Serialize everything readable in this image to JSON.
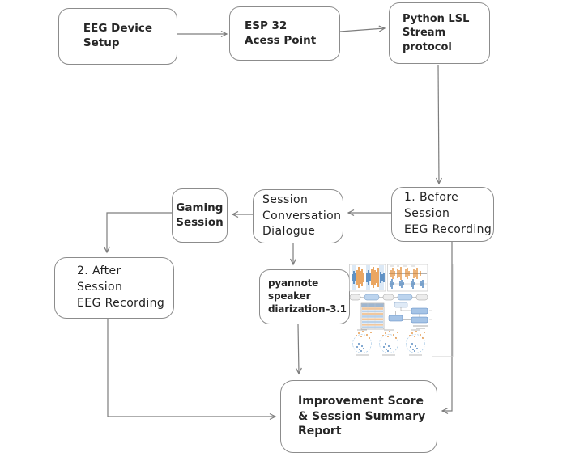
{
  "nodes": {
    "eeg_device": "EEG Device\nSetup",
    "esp32": "ESP 32\nAcess Point",
    "python_lsl": "Python LSL\nStream protocol",
    "before_session": "1. Before\nSession\nEEG Recording",
    "conversation": "Session\nConversation\nDialogue",
    "gaming": "Gaming\nSession",
    "after_session": "2. After\nSession\nEEG Recording",
    "pyannote": "pyannote\nspeaker\ndiarization–3.1",
    "report": "Improvement Score\n& Session Summary\nReport"
  },
  "edges": [
    {
      "from": "eeg_device",
      "to": "esp32"
    },
    {
      "from": "esp32",
      "to": "python_lsl"
    },
    {
      "from": "python_lsl",
      "to": "before_session"
    },
    {
      "from": "before_session",
      "to": "conversation"
    },
    {
      "from": "conversation",
      "to": "gaming"
    },
    {
      "from": "gaming",
      "to": "after_session"
    },
    {
      "from": "conversation",
      "to": "pyannote"
    },
    {
      "from": "pyannote",
      "to": "report"
    },
    {
      "from": "after_session",
      "to": "report"
    },
    {
      "from": "before_session",
      "to": "report"
    }
  ],
  "figure": {
    "name": "pyannote speaker diarization pipeline illustration",
    "palette": {
      "orange": "#e0801f",
      "blue": "#2b6cb0",
      "light_blue": "#bcd4ee"
    }
  }
}
